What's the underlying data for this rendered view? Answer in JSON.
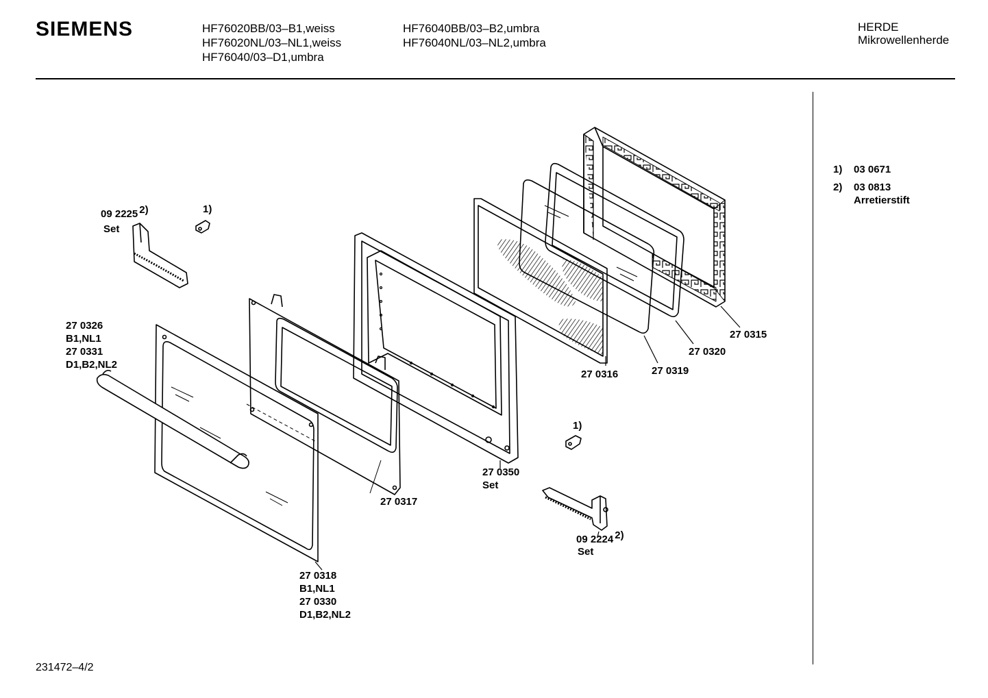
{
  "brand": "SIEMENS",
  "models_col1": [
    "HF76020BB/03–B1,weiss",
    "HF76020NL/03–NL1,weiss",
    "HF76040/03–D1,umbra"
  ],
  "models_col2": [
    "HF76040BB/03–B2,umbra",
    "HF76040NL/03–NL2,umbra"
  ],
  "category": [
    "HERDE",
    "Mikrowellenherde"
  ],
  "legend": [
    {
      "num": "1)",
      "lines": [
        "03 0671"
      ]
    },
    {
      "num": "2)",
      "lines": [
        "03 0813",
        "Arretierstift"
      ]
    }
  ],
  "parts": {
    "hinge_left": {
      "number": "09 2225",
      "ref": "2)",
      "sub": "Set"
    },
    "clip_top": {
      "ref": "1)"
    },
    "handle": {
      "lines": [
        "27 0326",
        "B1,NL1",
        "27 0331",
        "D1,B2,NL2"
      ]
    },
    "outer_glass": {
      "lines": [
        "27 0318",
        "B1,NL1",
        "27 0330",
        "D1,B2,NL2"
      ]
    },
    "inner_frame": {
      "lines": [
        "27 0317"
      ]
    },
    "door_frame": {
      "lines": [
        "27 0350",
        "Set"
      ]
    },
    "mesh_panel": {
      "lines": [
        "27 0316"
      ]
    },
    "glass": {
      "lines": [
        "27 0319"
      ]
    },
    "seal": {
      "lines": [
        "27 0320"
      ]
    },
    "choke": {
      "lines": [
        "27 0315"
      ]
    },
    "clip_bottom": {
      "ref": "1)"
    },
    "hinge_right": {
      "number": "09 2224",
      "ref": "2)",
      "sub": "Set"
    }
  },
  "doc_number": "231472–4/2"
}
